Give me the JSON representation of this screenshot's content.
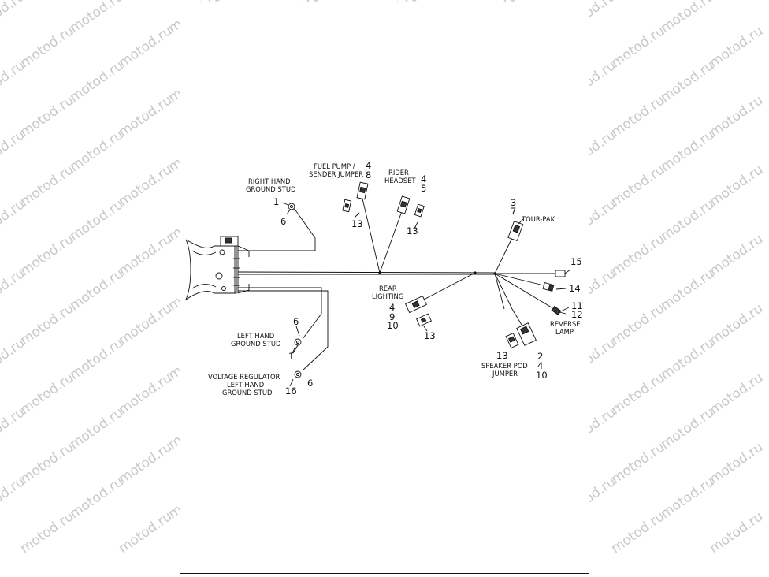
{
  "watermark": "motod.ru",
  "labels": {
    "right_hand_ground_stud": [
      "RIGHT HAND",
      "GROUND STUD"
    ],
    "fuel_pump": [
      "FUEL PUMP /",
      "SENDER JUMPER"
    ],
    "rider_headset": [
      "RIDER",
      "HEADSET"
    ],
    "tour_pak": "TOUR-PAK",
    "rear_lighting": [
      "REAR",
      "LIGHTING"
    ],
    "reverse_lamp": [
      "REVERSE",
      "LAMP"
    ],
    "left_hand_ground_stud": [
      "LEFT HAND",
      "GROUND STUD"
    ],
    "voltage_regulator": [
      "VOLTAGE REGULATOR",
      "LEFT HAND",
      "GROUND STUD"
    ],
    "speaker_pod_jumper": [
      "SPEAKER POD",
      "JUMPER"
    ]
  },
  "callouts": {
    "rh_stud_1": "1",
    "rh_stud_6": "6",
    "fuel_4": "4",
    "fuel_8": "8",
    "fuel_13": "13",
    "rider_4": "4",
    "rider_5": "5",
    "rider_13": "13",
    "tour_3": "3",
    "tour_7": "7",
    "c15": "15",
    "c14": "14",
    "c11": "11",
    "c12": "12",
    "rear_4": "4",
    "rear_9": "9",
    "rear_10": "10",
    "rear_13": "13",
    "speaker_13": "13",
    "speaker_2": "2",
    "speaker_4": "4",
    "speaker_10": "10",
    "lh_6": "6",
    "lh_1": "1",
    "vr_16": "16",
    "vr_6": "6"
  }
}
